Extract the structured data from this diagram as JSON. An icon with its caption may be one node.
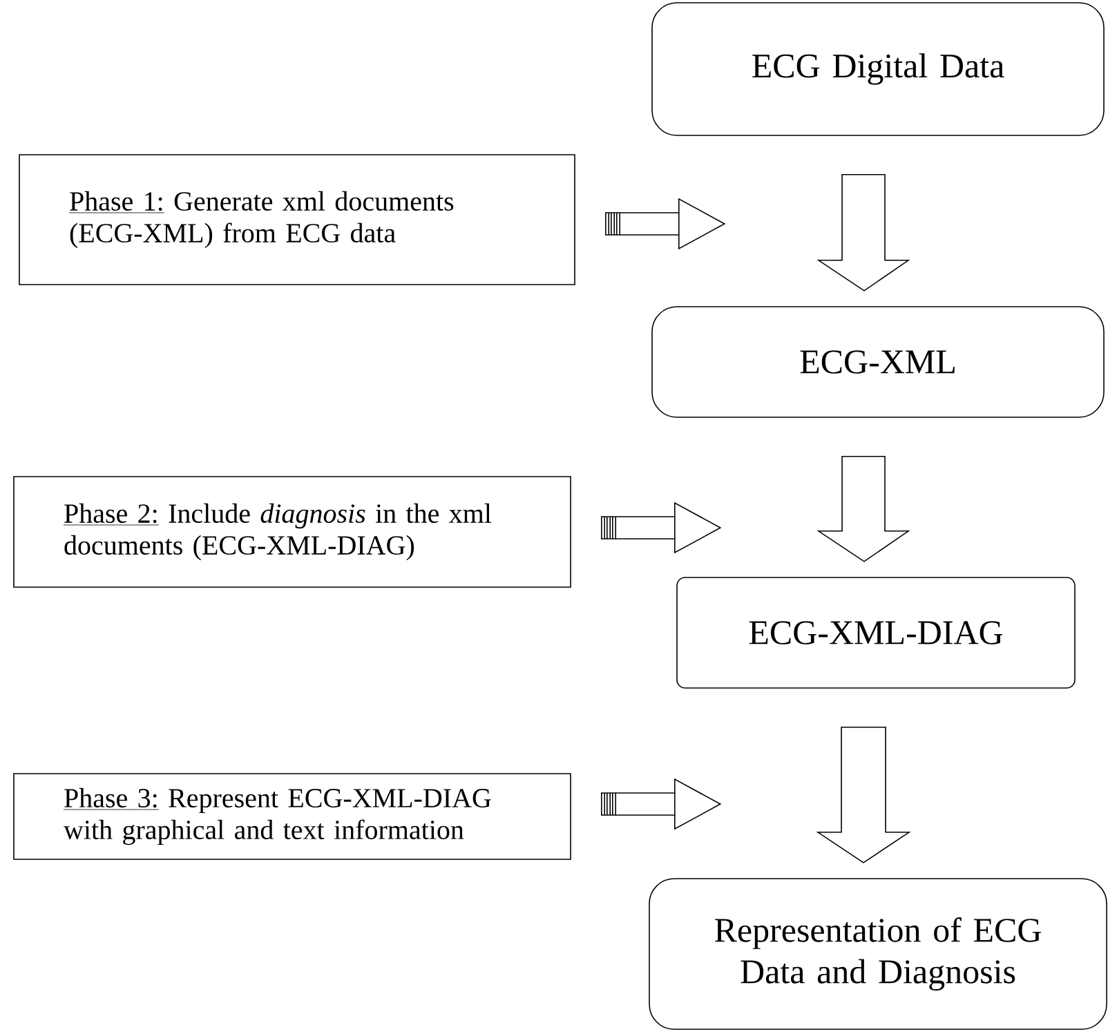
{
  "diagram": {
    "nodes": [
      {
        "text": [
          "ECG Digital Data"
        ]
      },
      {
        "text": [
          "ECG-XML"
        ]
      },
      {
        "text": [
          "ECG-XML-DIAG"
        ]
      },
      {
        "text": [
          "Representation of ECG Data and Diagnosis"
        ]
      },
      {
        "text": [
          "Phase 1:",
          "Generate xml documents (ECG-XML) from ECG data"
        ]
      },
      {
        "text": [
          "Phase 2:",
          "Include *diagnosis* in the xml documents (ECG-XML-DIAG)"
        ]
      },
      {
        "text": [
          "Phase 3:",
          "Represent ECG-XML-DIAG with graphical and text information"
        ]
      }
    ],
    "edges": [
      {
        "from": 0,
        "to": 1,
        "arrow": "to"
      },
      {
        "from": 1,
        "to": 2,
        "arrow": "to"
      },
      {
        "from": 2,
        "to": 3,
        "arrow": "to"
      },
      {
        "from": 4,
        "to": null,
        "arrow": "to"
      },
      {
        "from": 5,
        "to": null,
        "arrow": "to"
      },
      {
        "from": 6,
        "to": null,
        "arrow": "to"
      }
    ]
  }
}
